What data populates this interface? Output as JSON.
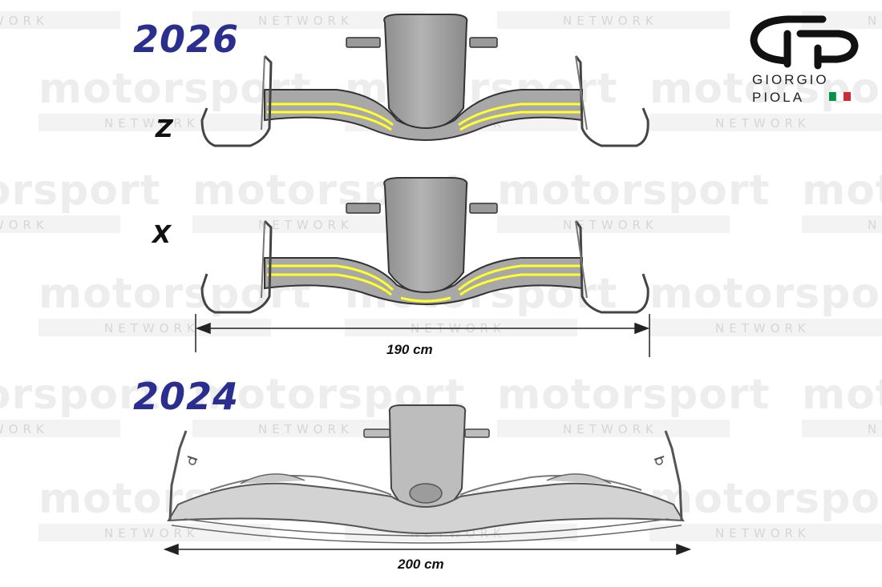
{
  "watermark": {
    "word": "motorsport",
    "sub": "NETWORK"
  },
  "year_2026": "2026",
  "year_2024": "2024",
  "spec_z": "Z",
  "spec_x": "X",
  "width_2026": "190 cm",
  "width_2024": "200 cm",
  "logo": {
    "line1": "GIORGIO",
    "line2": "PIOLA"
  },
  "colors": {
    "title_blue": "#2a2f8f",
    "highlight_yellow": "#ffff2a",
    "body_grey": "#a9a9a9",
    "flag_green": "#009246",
    "flag_red": "#ce2b37"
  }
}
